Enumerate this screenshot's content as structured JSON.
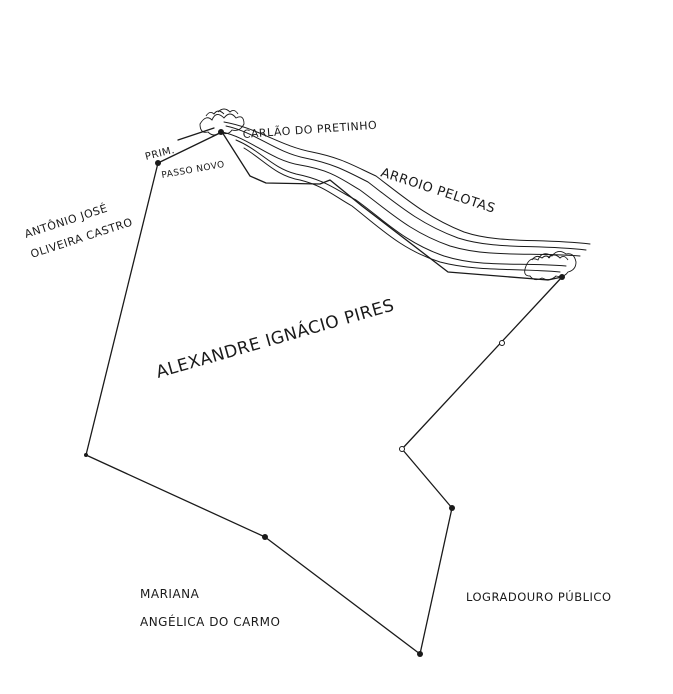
{
  "labels": {
    "owner_main": "ALEXANDRE IGNÁCIO PIRES",
    "neighbor_northwest_line1": "ANTÔNIO JOSÉ",
    "neighbor_northwest_line2": "OLIVEIRA CASTRO",
    "neighbor_southwest_line1": "MARIANA",
    "neighbor_southwest_line2": "ANGÉLICA DO CARMO",
    "neighbor_southeast": "LOGRADOURO PÚBLICO",
    "stream": "ARROIO PELOTAS",
    "point_north": "CARLÃO DO PRETINHO",
    "point_prim": "PRIM.",
    "point_passo": "PASSO NOVO"
  }
}
